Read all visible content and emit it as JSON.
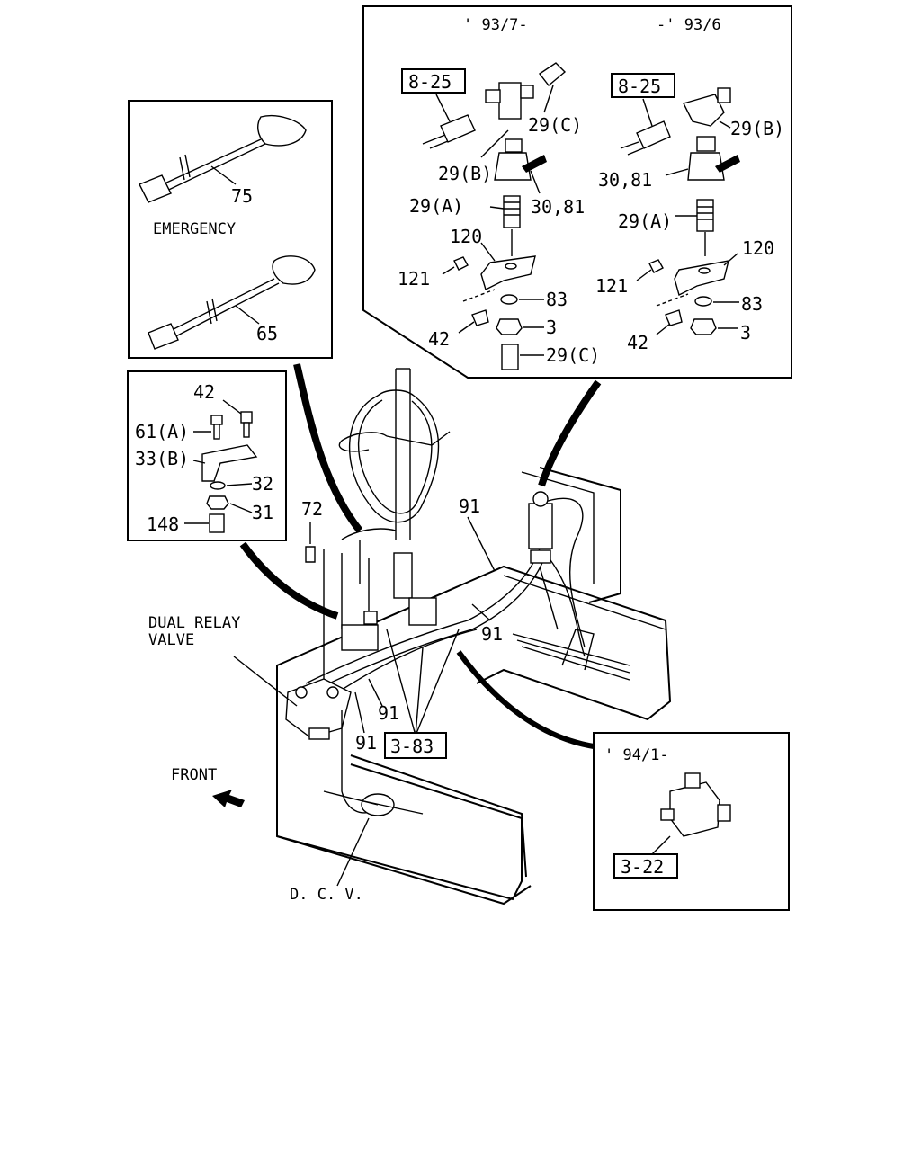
{
  "inset_top": {
    "date_left": "' 93/7-",
    "date_right": "-' 93/6",
    "ref_left": "8-25",
    "ref_right": "8-25",
    "labels": {
      "c29_top": "29(C)",
      "b29_left": "29(B)",
      "p3081_left": "30,81",
      "a29_left": "29(A)",
      "p120_left": "120",
      "p121_left": "121",
      "p83_left": "83",
      "p3_left": "3",
      "p42_left": "42",
      "c29_bottom": "29(C)",
      "b29_right": "29(B)",
      "p3081_right": "30,81",
      "a29_right": "29(A)",
      "p120_right": "120",
      "p121_right": "121",
      "p83_right": "83",
      "p42_right": "42",
      "p3_right": "3"
    }
  },
  "inset_emergency": {
    "p75": "75",
    "emergency": "EMERGENCY",
    "p65": "65"
  },
  "inset_bracket": {
    "p42": "42",
    "p61a": "61(A)",
    "p33b": "33(B)",
    "p32": "32",
    "p31": "31",
    "p148": "148"
  },
  "inset_94": {
    "date": "' 94/1-",
    "ref": "3-22"
  },
  "main": {
    "p72": "72",
    "p91_top": "91",
    "p91_mid": "91",
    "p91_a": "91",
    "p91_b": "91",
    "ref_383": "3-83",
    "dual_relay_1": "DUAL RELAY",
    "dual_relay_2": "VALVE",
    "front": "FRONT",
    "dcv": "D. C. V."
  }
}
